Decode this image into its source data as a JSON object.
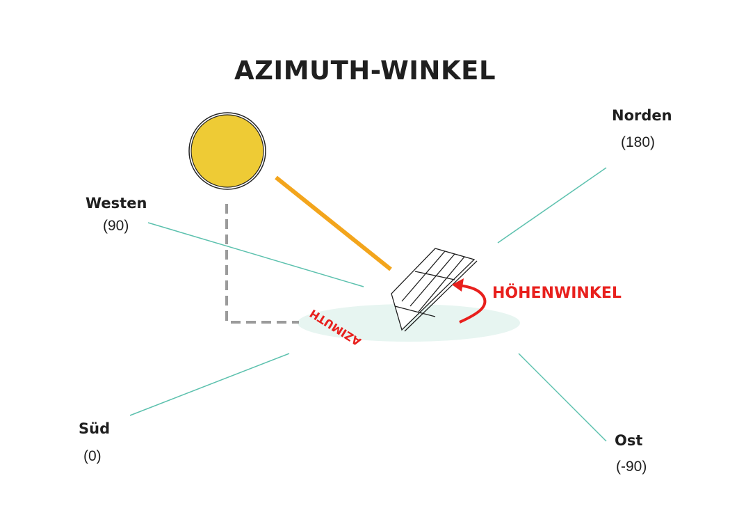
{
  "title": "AZIMUTH-WINKEL",
  "directions": {
    "north": {
      "label": "Norden",
      "degree": "(180)"
    },
    "west": {
      "label": "Westen",
      "degree": "(90)"
    },
    "south": {
      "label": "Süd",
      "degree": "(0)"
    },
    "east": {
      "label": "Ost",
      "degree": "(-90)"
    }
  },
  "annotations": {
    "elevation": "HÖHENWINKEL",
    "azimuth": "AZIMUTH"
  },
  "colors": {
    "sun": "#eecb35",
    "sun_ray": "#f3a51c",
    "compass_line": "#5cc1ae",
    "ground": "#e7f5f1",
    "annotation": "#e8201d",
    "dashed": "#9b9b9b"
  }
}
